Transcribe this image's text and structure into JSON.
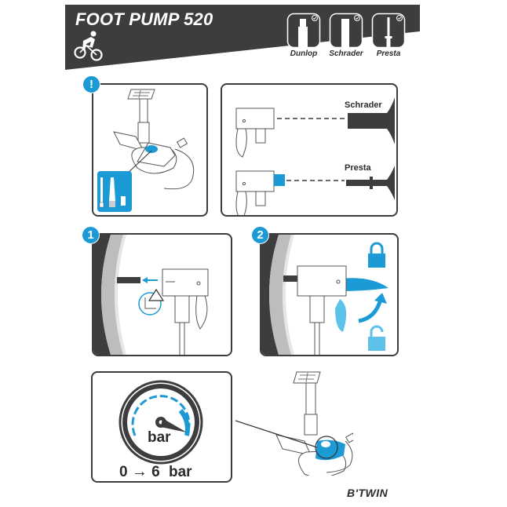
{
  "header": {
    "title": "FOOT PUMP 520",
    "icon": "cyclist-icon",
    "valves": [
      {
        "label": "Dunlop",
        "icon": "dunlop-valve-icon",
        "check": "check-icon"
      },
      {
        "label": "Schrader",
        "icon": "schrader-valve-icon",
        "check": "check-icon"
      },
      {
        "label": "Presta",
        "icon": "presta-valve-icon",
        "check": "check-icon"
      }
    ]
  },
  "panels": {
    "warning": {
      "badge": "!",
      "content": "pump-with-adapters-illustration"
    },
    "valve_types": {
      "labels": [
        "Schrader",
        "Presta"
      ]
    },
    "step1": {
      "badge": "1"
    },
    "step2": {
      "badge": "2"
    },
    "gauge": {
      "unit": "bar",
      "range_start": "0",
      "range_arrow": "→",
      "range_end": "6",
      "range_unit": "bar"
    }
  },
  "brand": "B'TWIN",
  "colors": {
    "dark": "#3d3d3f",
    "accent": "#1b9ad6",
    "accent_light": "#5cc2ea"
  }
}
